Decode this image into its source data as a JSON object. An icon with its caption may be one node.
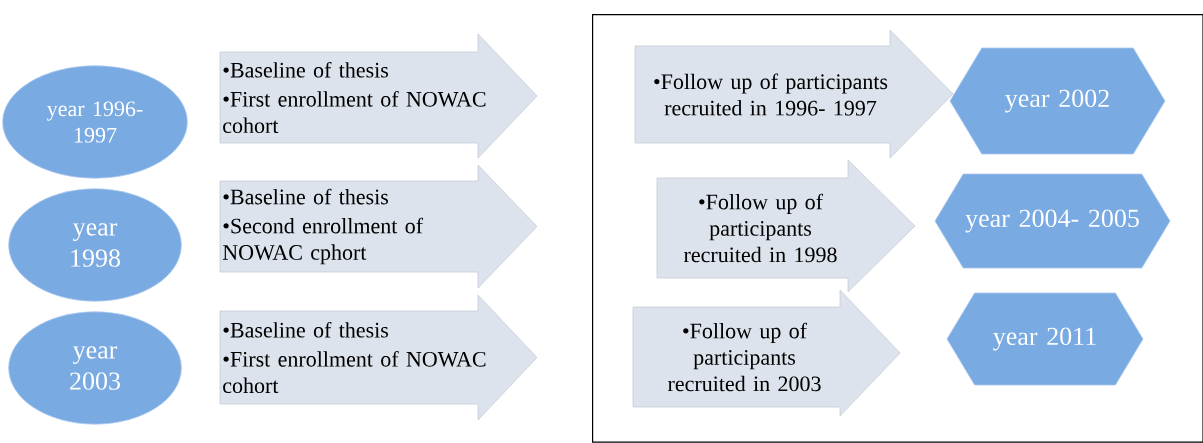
{
  "diagram": {
    "nodes": [
      {
        "text": [
          "year 1996- 1997"
        ]
      },
      {
        "text": [
          "•Baseline of thesis",
          "•First enrollment of NOWAC cohort"
        ]
      },
      {
        "text": [
          "year 1998"
        ]
      },
      {
        "text": [
          "•Baseline of thesis",
          "•Second enrollment of NOWAC cphort"
        ]
      },
      {
        "text": [
          "year 2003"
        ]
      },
      {
        "text": [
          "•Baseline of thesis",
          "•First enrollment of NOWAC cohort"
        ]
      },
      {
        "text": [],
        "shape": "box"
      },
      {
        "text": [
          "•Follow up of participants recruited in 1996- 1997"
        ],
        "in": 6
      },
      {
        "text": [
          "year 2002"
        ],
        "in": 6
      },
      {
        "text": [
          "•Follow up of participants recruited in 1998"
        ],
        "in": 6
      },
      {
        "text": [
          "year 2004- 2005"
        ],
        "in": 6
      },
      {
        "text": [
          "•Follow up of participants recruited in 2003"
        ],
        "in": 6
      },
      {
        "text": [
          "year 2011"
        ],
        "in": 6
      }
    ]
  }
}
